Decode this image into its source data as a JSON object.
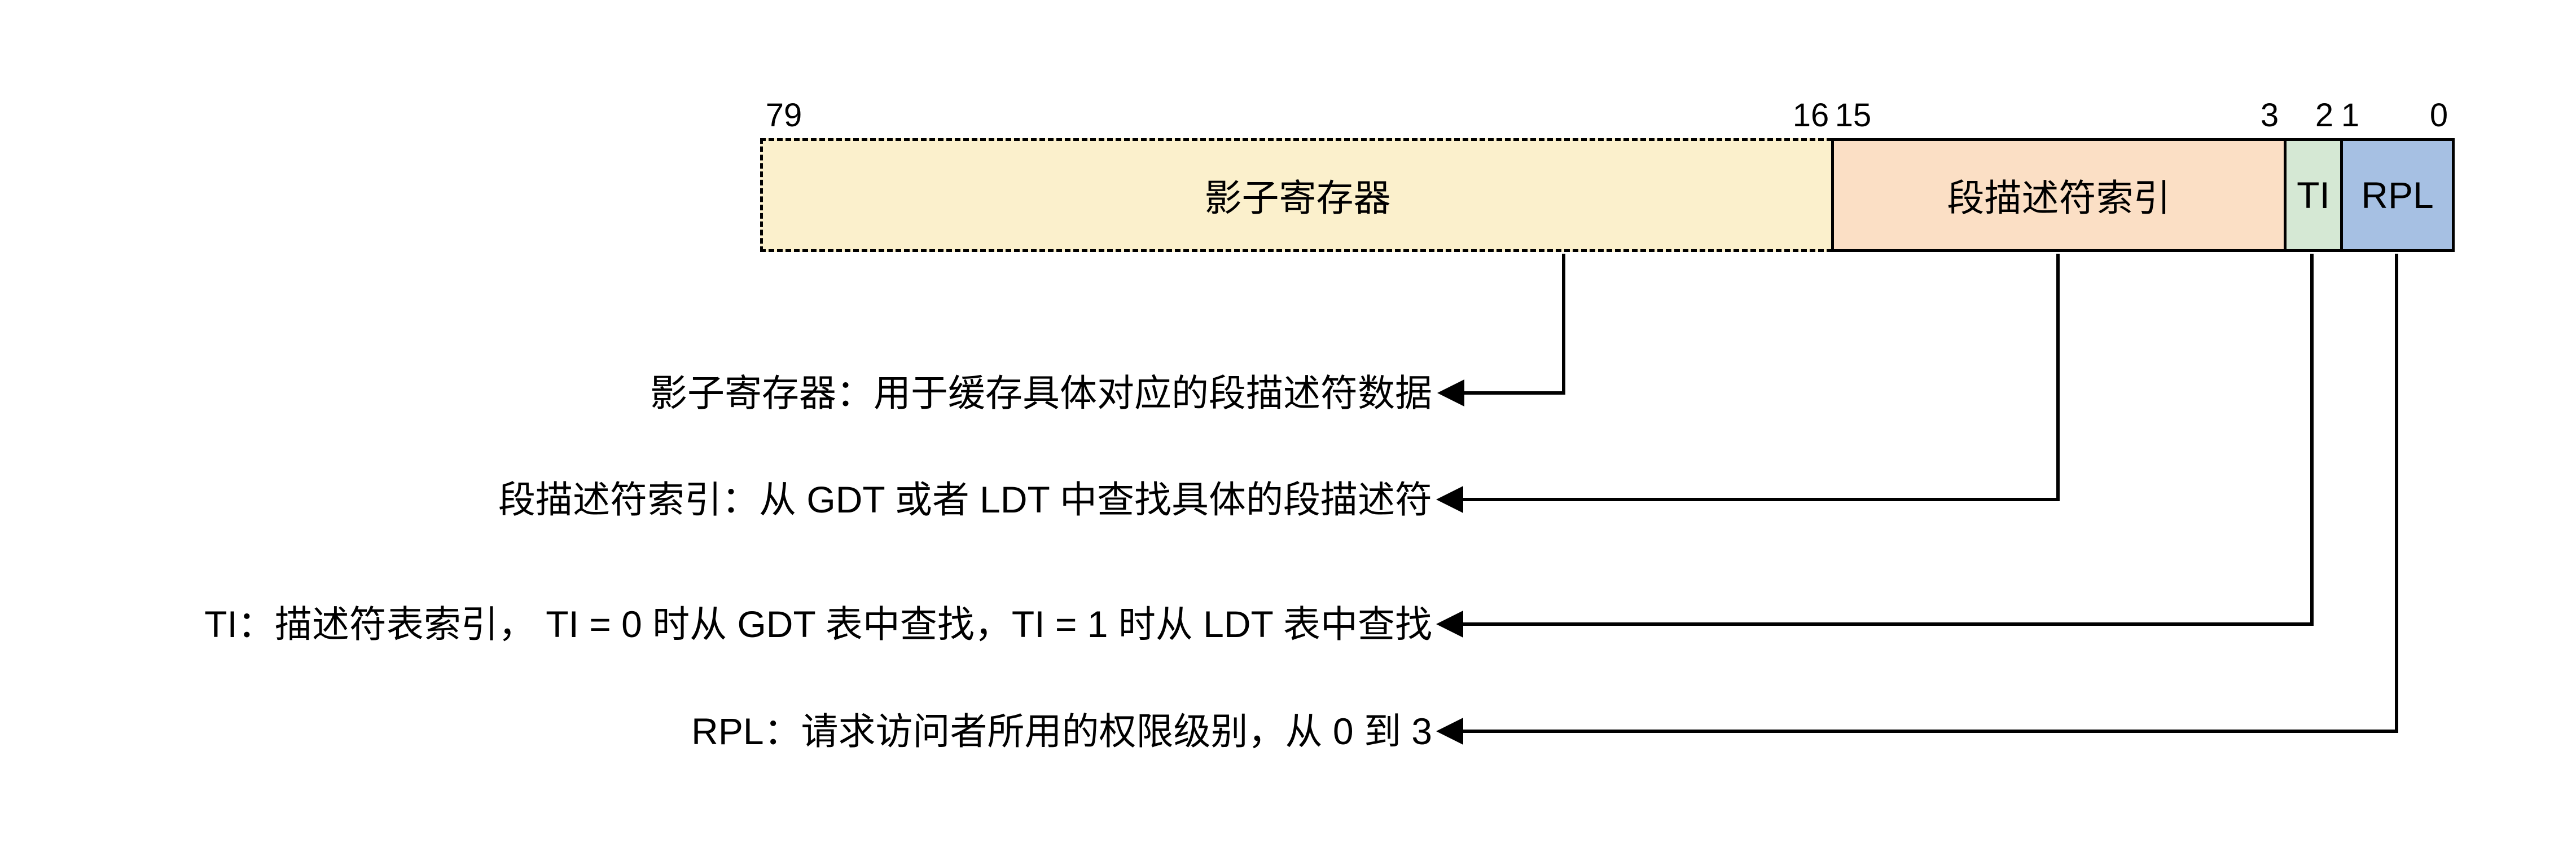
{
  "register": {
    "bits": [
      "79",
      "16",
      "15",
      "3",
      "2",
      "1",
      "0"
    ],
    "fields": [
      {
        "label": "影子寄存器"
      },
      {
        "label": "段描述符索引"
      },
      {
        "label": "TI"
      },
      {
        "label": "RPL"
      }
    ]
  },
  "annotations": [
    {
      "text": "影子寄存器：用于缓存具体对应的段描述符数据"
    },
    {
      "text": "段描述符索引：从 GDT 或者 LDT 中查找具体的段描述符"
    },
    {
      "text": "TI：描述符表索引， TI = 0 时从 GDT 表中查找，TI = 1 时从 LDT 表中查找"
    },
    {
      "text": "RPL：请求访问者所用的权限级别，从 0 到 3"
    }
  ],
  "colors": {
    "shadow": "#FBF0CC",
    "index": "#FBDFC5",
    "ti": "#D5E8D4",
    "rpl": "#A6C0E3",
    "line": "#000000"
  }
}
